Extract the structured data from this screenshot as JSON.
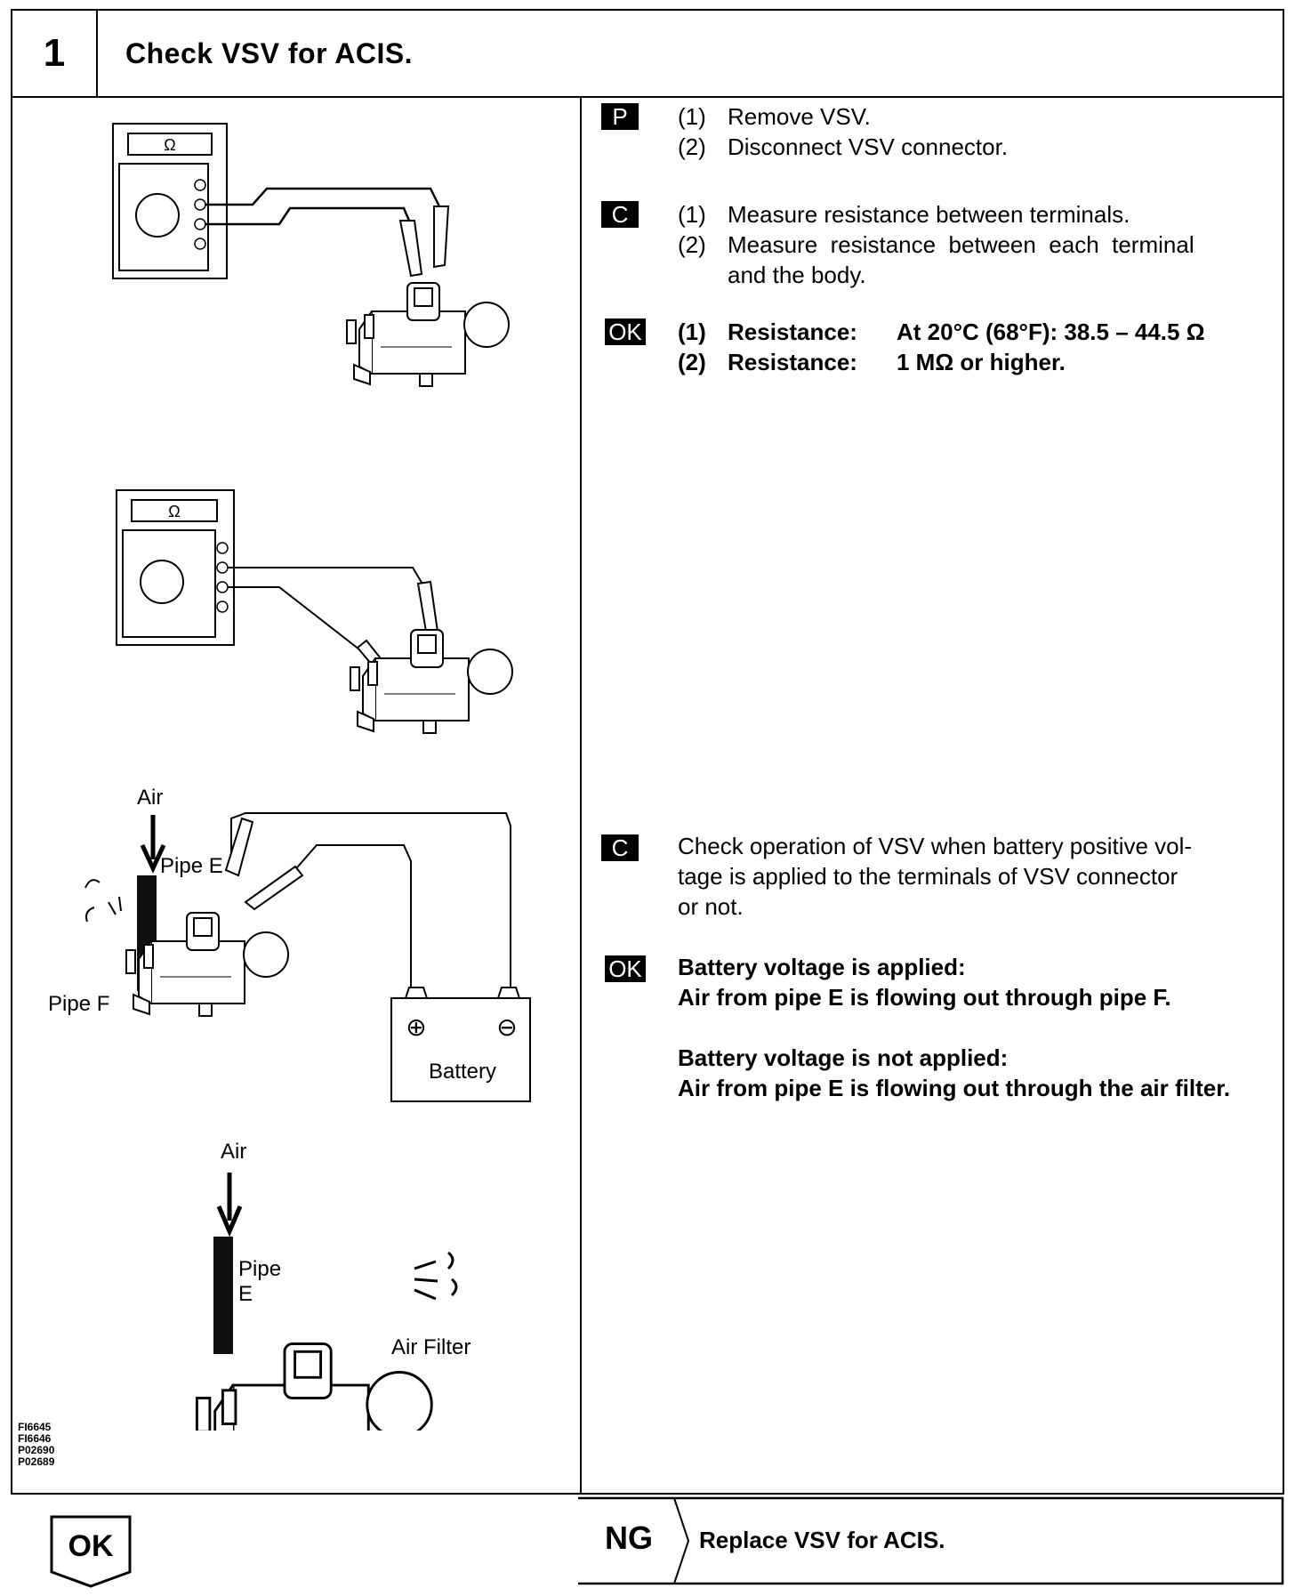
{
  "header": {
    "step_number": "1",
    "title": "Check VSV for ACIS."
  },
  "left": {
    "figure_codes": [
      "FI6645",
      "FI6646",
      "P02690",
      "P02689"
    ],
    "fig1": {
      "meter_symbol": "Ω"
    },
    "fig2": {
      "meter_symbol": "Ω"
    },
    "fig3": {
      "air_label": "Air",
      "pipe_e_label": "Pipe E",
      "pipe_f_label": "Pipe F",
      "battery_label": "Battery",
      "plus": "⊕",
      "minus": "⊖"
    },
    "fig4": {
      "air_label": "Air",
      "pipe_label": "Pipe",
      "pipe_letter": "E",
      "filter_label": "Air Filter"
    }
  },
  "right": {
    "block1": {
      "tag": "P",
      "items": [
        {
          "num": "(1)",
          "text": "Remove VSV."
        },
        {
          "num": "(2)",
          "text": "Disconnect VSV connector."
        }
      ]
    },
    "block2": {
      "tag": "C",
      "items": [
        {
          "num": "(1)",
          "text": "Measure resistance between terminals."
        },
        {
          "num": "(2)",
          "text": "Measure  resistance  between  each  terminal",
          "text2": "and the body."
        }
      ]
    },
    "block3": {
      "tag": "OK",
      "items": [
        {
          "num": "(1)",
          "label": "Resistance:",
          "value": "At 20°C (68°F):  38.5 – 44.5 Ω"
        },
        {
          "num": "(2)",
          "label": "Resistance:",
          "value": "1 MΩ or higher."
        }
      ]
    },
    "block4": {
      "tag": "C",
      "lines": [
        "Check operation of VSV when battery positive vol-",
        "tage is applied to the terminals of VSV connector",
        "or not."
      ]
    },
    "block5": {
      "tag": "OK",
      "lines": [
        "Battery voltage is applied:",
        "Air from pipe E is flowing out through pipe F.",
        "",
        "Battery voltage is not applied:",
        "Air from pipe E is flowing out through the air filter."
      ]
    }
  },
  "footer": {
    "ok_label": "OK",
    "ng_label": "NG",
    "ng_action": "Replace VSV for ACIS."
  }
}
